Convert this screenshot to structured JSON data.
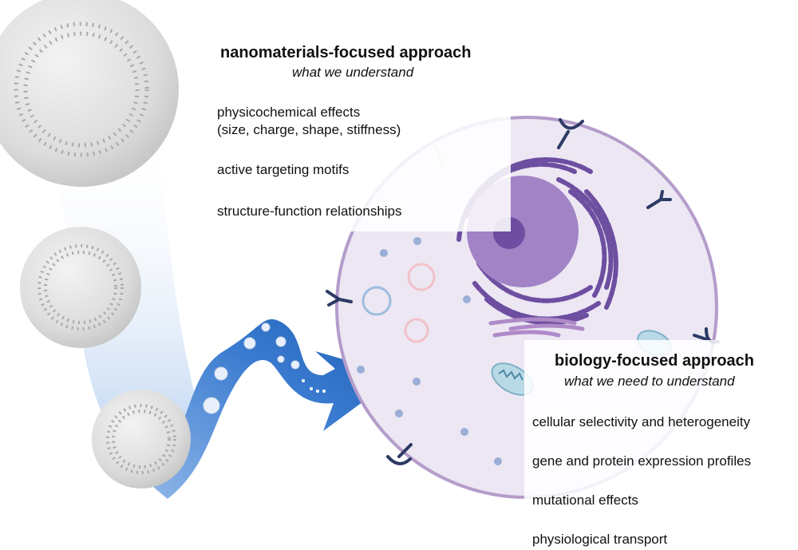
{
  "nano_panel": {
    "title": "nanomaterials-focused approach",
    "subtitle": "what we understand",
    "items": [
      "physicochemical effects",
      "(size, charge, shape, stiffness)",
      "active targeting motifs",
      "structure-function relationships"
    ]
  },
  "bio_panel": {
    "title": "biology-focused approach",
    "subtitle": "what we need to understand",
    "items": [
      "cellular selectivity and heterogeneity",
      "gene and protein expression profiles",
      "mutational effects",
      "physiological transport"
    ]
  },
  "colors": {
    "cell_fill": "#ece7f3",
    "cell_membrane": "#b49ccb",
    "nucleus": "#a183c6",
    "er": "#6d4ea0",
    "arrow_blue": "#2e6fc4",
    "nanoparticle": "#d9d9d9",
    "receptor": "#2c3a64"
  },
  "icons": [
    "nanoparticle-icon",
    "cell-icon",
    "nucleus-icon",
    "mitochondrion-icon",
    "receptor-icon",
    "vesicle-icon",
    "arrow-icon"
  ]
}
